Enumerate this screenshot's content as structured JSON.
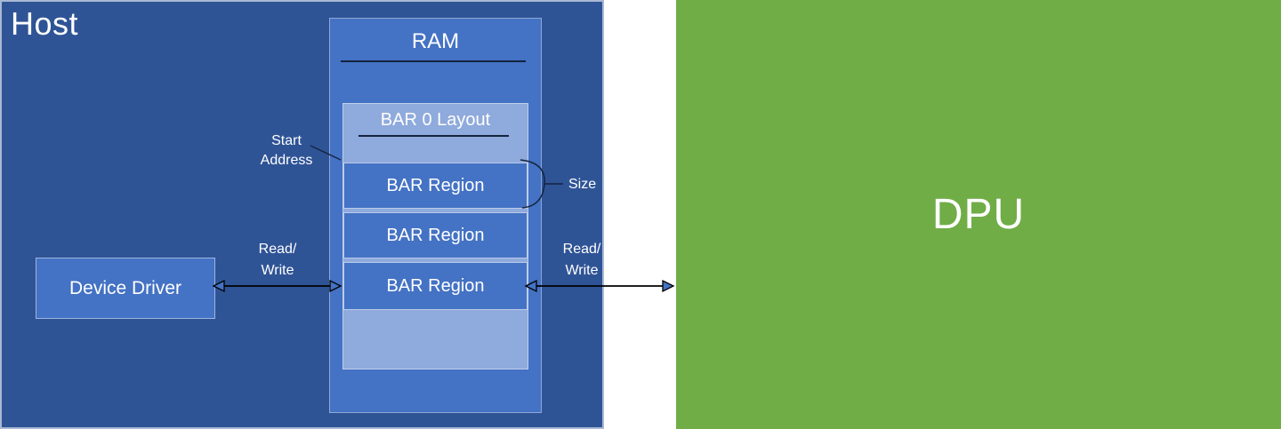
{
  "host": {
    "label": "Host"
  },
  "dpu": {
    "label": "DPU"
  },
  "device_driver": {
    "label": "Device Driver"
  },
  "ram": {
    "label": "RAM",
    "bar0_layout": {
      "label": "BAR 0 Layout"
    },
    "bar_regions": [
      "BAR Region",
      "BAR Region",
      "BAR Region"
    ]
  },
  "annotations": {
    "start_address": "Start\nAddress",
    "size": "Size",
    "read_write": "Read/\nWrite"
  },
  "colors": {
    "host_fill": "#2F5496",
    "box_fill": "#4472C4",
    "panel_fill": "#8FAADC",
    "dpu_fill": "#70AD47",
    "text": "#FFFFFF",
    "connector": "#000000",
    "underline": "#14233E"
  }
}
